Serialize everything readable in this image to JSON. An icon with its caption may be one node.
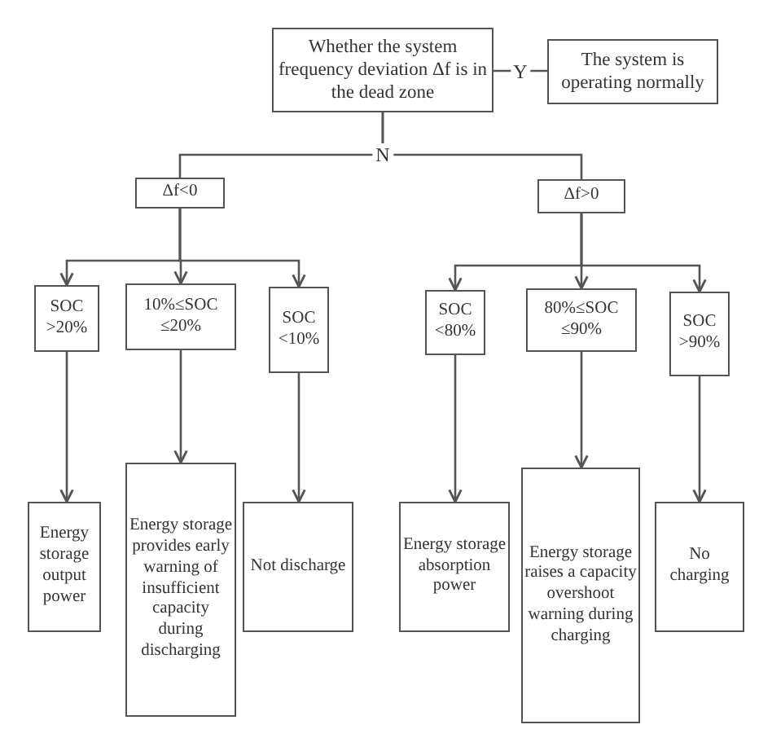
{
  "diagram": {
    "nodes": [
      {
        "text": [
          "Whether the system frequency deviation Δf is in the dead zone"
        ]
      },
      {
        "text": [
          "The system is operating normally"
        ]
      },
      {
        "text": [
          "Δf<0"
        ]
      },
      {
        "text": [
          "Δf>0"
        ]
      },
      {
        "text": [
          "SOC >20%"
        ]
      },
      {
        "text": [
          "10%≤SOC ≤20%"
        ]
      },
      {
        "text": [
          "SOC <10%"
        ]
      },
      {
        "text": [
          "Energy storage output power"
        ]
      },
      {
        "text": [
          "Energy storage provides early warning of insufficient capacity during discharging"
        ]
      },
      {
        "text": [
          "Not discharge"
        ]
      },
      {
        "text": [
          "SOC <80%"
        ]
      },
      {
        "text": [
          "80%≤SOC ≤90%"
        ]
      },
      {
        "text": [
          "SOC >90%"
        ]
      },
      {
        "text": [
          "Energy storage absorption power"
        ]
      },
      {
        "text": [
          "Energy storage raises a capacity overshoot warning during charging"
        ]
      },
      {
        "text": [
          "No charging"
        ]
      }
    ],
    "edges": [
      {
        "from": 0,
        "to": 1,
        "arrow": "none",
        "label": "Y"
      },
      {
        "from": 0,
        "to": 2,
        "arrow": "none",
        "label": "N"
      },
      {
        "from": 0,
        "to": 3,
        "arrow": "none"
      },
      {
        "from": 2,
        "to": 4,
        "arrow": "to"
      },
      {
        "from": 2,
        "to": 5,
        "arrow": "to"
      },
      {
        "from": 2,
        "to": 6,
        "arrow": "to"
      },
      {
        "from": 3,
        "to": 10,
        "arrow": "to"
      },
      {
        "from": 3,
        "to": 11,
        "arrow": "to"
      },
      {
        "from": 3,
        "to": 12,
        "arrow": "to"
      },
      {
        "from": 4,
        "to": 7,
        "arrow": "to"
      },
      {
        "from": 5,
        "to": 8,
        "arrow": "to"
      },
      {
        "from": 6,
        "to": 9,
        "arrow": "to"
      },
      {
        "from": 10,
        "to": 13,
        "arrow": "to"
      },
      {
        "from": 11,
        "to": 14,
        "arrow": "to"
      },
      {
        "from": 12,
        "to": 15,
        "arrow": "to"
      }
    ]
  }
}
